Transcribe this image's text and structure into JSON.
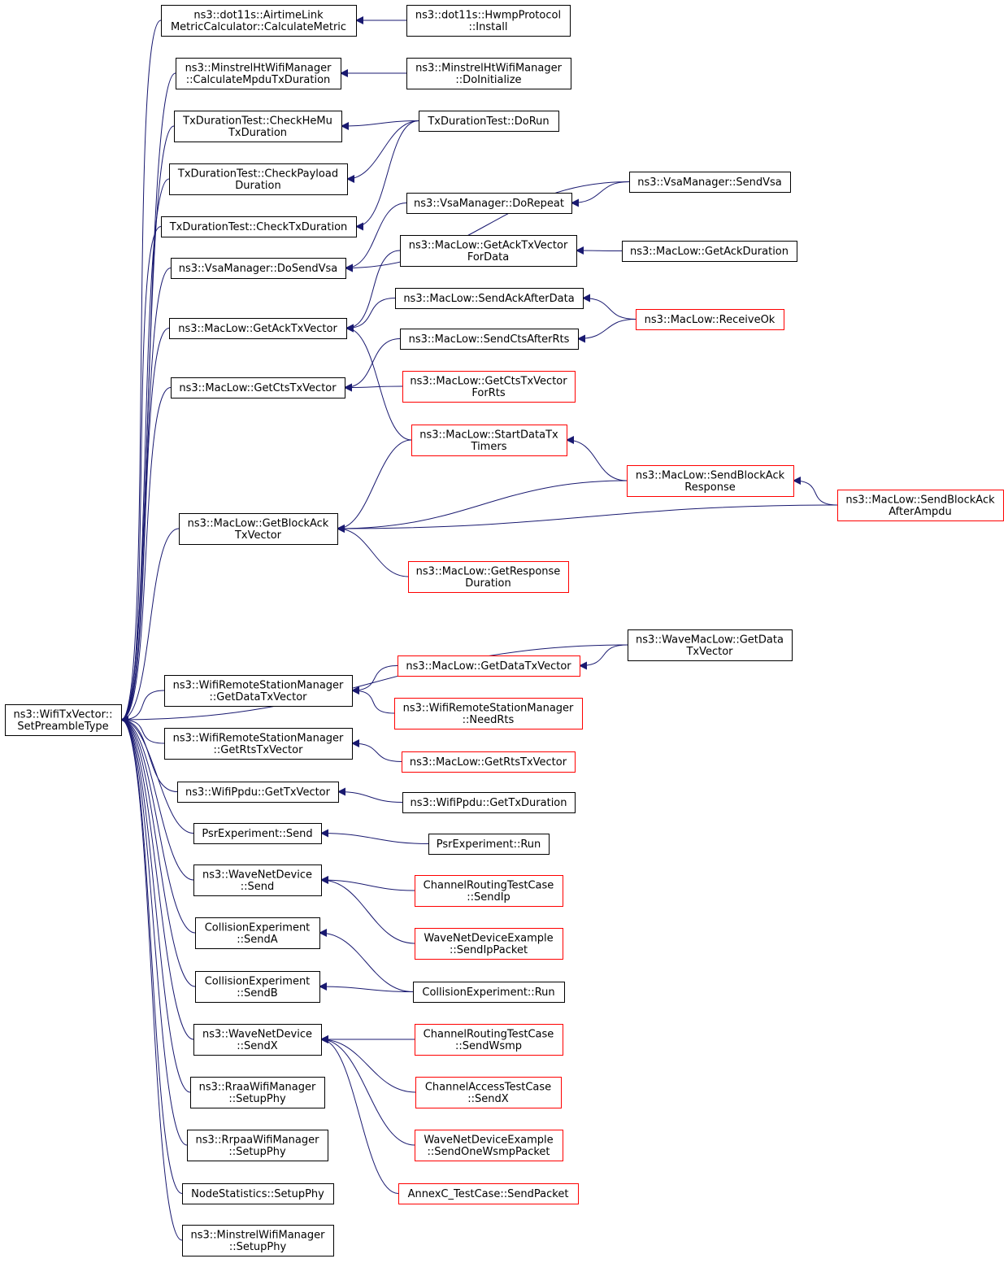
{
  "colors": {
    "edge": "#191970",
    "box_border": "#000000",
    "truncated_border": "#ff0000",
    "root_fill": "#bfbfbf",
    "text": "#000000"
  },
  "nodes": {
    "root": {
      "lines": [
        "ns3::WifiTxVector::",
        "SetPreambleType"
      ],
      "truncated": false,
      "root": true
    },
    "calcMetric": {
      "lines": [
        "ns3::dot11s::AirtimeLink",
        "MetricCalculator::CalculateMetric"
      ],
      "truncated": false
    },
    "hwmpInstall": {
      "lines": [
        "ns3::dot11s::HwmpProtocol",
        "::Install"
      ],
      "truncated": false
    },
    "mhtCalc": {
      "lines": [
        "ns3::MinstrelHtWifiManager",
        "::CalculateMpduTxDuration"
      ],
      "truncated": false
    },
    "mhtInit": {
      "lines": [
        "ns3::MinstrelHtWifiManager",
        "::DoInitialize"
      ],
      "truncated": false
    },
    "checkHeMu": {
      "lines": [
        "TxDurationTest::CheckHeMu",
        "TxDuration"
      ],
      "truncated": false
    },
    "doRun": {
      "lines": [
        "TxDurationTest::DoRun"
      ],
      "truncated": false
    },
    "checkPayload": {
      "lines": [
        "TxDurationTest::CheckPayload",
        "Duration"
      ],
      "truncated": false
    },
    "sendVsa": {
      "lines": [
        "ns3::VsaManager::SendVsa"
      ],
      "truncated": false
    },
    "checkTxDur": {
      "lines": [
        "TxDurationTest::CheckTxDuration"
      ],
      "truncated": false
    },
    "doRepeat": {
      "lines": [
        "ns3::VsaManager::DoRepeat"
      ],
      "truncated": false
    },
    "doSendVsa": {
      "lines": [
        "ns3::VsaManager::DoSendVsa"
      ],
      "truncated": false
    },
    "getAckTxForData": {
      "lines": [
        "ns3::MacLow::GetAckTxVector",
        "ForData"
      ],
      "truncated": false
    },
    "getAckDur": {
      "lines": [
        "ns3::MacLow::GetAckDuration"
      ],
      "truncated": false
    },
    "sendAckAfterData": {
      "lines": [
        "ns3::MacLow::SendAckAfterData"
      ],
      "truncated": false
    },
    "getAckTx": {
      "lines": [
        "ns3::MacLow::GetAckTxVector"
      ],
      "truncated": false
    },
    "receiveOk": {
      "lines": [
        "ns3::MacLow::ReceiveOk"
      ],
      "truncated": true
    },
    "sendCtsAfterRts": {
      "lines": [
        "ns3::MacLow::SendCtsAfterRts"
      ],
      "truncated": false
    },
    "getCtsTx": {
      "lines": [
        "ns3::MacLow::GetCtsTxVector"
      ],
      "truncated": false
    },
    "getCtsTxForRts": {
      "lines": [
        "ns3::MacLow::GetCtsTxVector",
        "ForRts"
      ],
      "truncated": true
    },
    "startDataTx": {
      "lines": [
        "ns3::MacLow::StartDataTx",
        "Timers"
      ],
      "truncated": true
    },
    "sendBlockAckResp": {
      "lines": [
        "ns3::MacLow::SendBlockAck",
        "Response"
      ],
      "truncated": true
    },
    "getBlockAckTx": {
      "lines": [
        "ns3::MacLow::GetBlockAck",
        "TxVector"
      ],
      "truncated": false
    },
    "sendBlockAckAmpdu": {
      "lines": [
        "ns3::MacLow::SendBlockAck",
        "AfterAmpdu"
      ],
      "truncated": true
    },
    "getRespDur": {
      "lines": [
        "ns3::MacLow::GetResponse",
        "Duration"
      ],
      "truncated": true
    },
    "waveGetData": {
      "lines": [
        "ns3::WaveMacLow::GetData",
        "TxVector"
      ],
      "truncated": false
    },
    "rsmGetData": {
      "lines": [
        "ns3::WifiRemoteStationManager",
        "::GetDataTxVector"
      ],
      "truncated": false
    },
    "macGetData": {
      "lines": [
        "ns3::MacLow::GetDataTxVector"
      ],
      "truncated": true
    },
    "needRts": {
      "lines": [
        "ns3::WifiRemoteStationManager",
        "::NeedRts"
      ],
      "truncated": true
    },
    "rsmGetRts": {
      "lines": [
        "ns3::WifiRemoteStationManager",
        "::GetRtsTxVector"
      ],
      "truncated": false
    },
    "macGetRts": {
      "lines": [
        "ns3::MacLow::GetRtsTxVector"
      ],
      "truncated": true
    },
    "ppduGetTx": {
      "lines": [
        "ns3::WifiPpdu::GetTxVector"
      ],
      "truncated": false
    },
    "ppduGetDur": {
      "lines": [
        "ns3::WifiPpdu::GetTxDuration"
      ],
      "truncated": false
    },
    "psrSend": {
      "lines": [
        "PsrExperiment::Send"
      ],
      "truncated": false
    },
    "psrRun": {
      "lines": [
        "PsrExperiment::Run"
      ],
      "truncated": false
    },
    "waveSend": {
      "lines": [
        "ns3::WaveNetDevice",
        "::Send"
      ],
      "truncated": false
    },
    "crtSendIp": {
      "lines": [
        "ChannelRoutingTestCase",
        "::SendIp"
      ],
      "truncated": true
    },
    "wndeSendIp": {
      "lines": [
        "WaveNetDeviceExample",
        "::SendIpPacket"
      ],
      "truncated": true
    },
    "collA": {
      "lines": [
        "CollisionExperiment",
        "::SendA"
      ],
      "truncated": false
    },
    "collB": {
      "lines": [
        "CollisionExperiment",
        "::SendB"
      ],
      "truncated": false
    },
    "collRun": {
      "lines": [
        "CollisionExperiment::Run"
      ],
      "truncated": false
    },
    "waveSendX": {
      "lines": [
        "ns3::WaveNetDevice",
        "::SendX"
      ],
      "truncated": false
    },
    "crtSendWsmp": {
      "lines": [
        "ChannelRoutingTestCase",
        "::SendWsmp"
      ],
      "truncated": true
    },
    "catSendX": {
      "lines": [
        "ChannelAccessTestCase",
        "::SendX"
      ],
      "truncated": true
    },
    "wndeSendWsmp": {
      "lines": [
        "WaveNetDeviceExample",
        "::SendOneWsmpPacket"
      ],
      "truncated": true
    },
    "annexC": {
      "lines": [
        "AnnexC_TestCase::SendPacket"
      ],
      "truncated": true
    },
    "rraa": {
      "lines": [
        "ns3::RraaWifiManager",
        "::SetupPhy"
      ],
      "truncated": false
    },
    "rrpaa": {
      "lines": [
        "ns3::RrpaaWifiManager",
        "::SetupPhy"
      ],
      "truncated": false
    },
    "nodeStats": {
      "lines": [
        "NodeStatistics::SetupPhy"
      ],
      "truncated": false
    },
    "minstrel": {
      "lines": [
        "ns3::MinstrelWifiManager",
        "::SetupPhy"
      ],
      "truncated": false
    }
  },
  "edges": [
    [
      "calcMetric",
      "root"
    ],
    [
      "mhtCalc",
      "root"
    ],
    [
      "checkHeMu",
      "root"
    ],
    [
      "checkPayload",
      "root"
    ],
    [
      "checkTxDur",
      "root"
    ],
    [
      "doSendVsa",
      "root"
    ],
    [
      "getAckTx",
      "root"
    ],
    [
      "getCtsTx",
      "root"
    ],
    [
      "getBlockAckTx",
      "root"
    ],
    [
      "waveGetData",
      "root"
    ],
    [
      "rsmGetData",
      "root"
    ],
    [
      "rsmGetRts",
      "root"
    ],
    [
      "ppduGetTx",
      "root"
    ],
    [
      "psrSend",
      "root"
    ],
    [
      "waveSend",
      "root"
    ],
    [
      "collA",
      "root"
    ],
    [
      "collB",
      "root"
    ],
    [
      "waveSendX",
      "root"
    ],
    [
      "rraa",
      "root"
    ],
    [
      "rrpaa",
      "root"
    ],
    [
      "nodeStats",
      "root"
    ],
    [
      "minstrel",
      "root"
    ],
    [
      "hwmpInstall",
      "calcMetric"
    ],
    [
      "mhtInit",
      "mhtCalc"
    ],
    [
      "doRun",
      "checkHeMu"
    ],
    [
      "doRun",
      "checkPayload"
    ],
    [
      "doRun",
      "checkTxDur"
    ],
    [
      "sendVsa",
      "doRepeat"
    ],
    [
      "sendVsa",
      "doSendVsa"
    ],
    [
      "doRepeat",
      "doSendVsa"
    ],
    [
      "getAckDur",
      "getAckTxForData"
    ],
    [
      "getAckTxForData",
      "getAckTx"
    ],
    [
      "sendAckAfterData",
      "getAckTx"
    ],
    [
      "startDataTx",
      "getAckTx"
    ],
    [
      "receiveOk",
      "sendAckAfterData"
    ],
    [
      "receiveOk",
      "sendCtsAfterRts"
    ],
    [
      "sendCtsAfterRts",
      "getCtsTx"
    ],
    [
      "getCtsTxForRts",
      "getCtsTx"
    ],
    [
      "startDataTx",
      "getBlockAckTx"
    ],
    [
      "sendBlockAckResp",
      "getBlockAckTx"
    ],
    [
      "sendBlockAckAmpdu",
      "getBlockAckTx"
    ],
    [
      "getRespDur",
      "getBlockAckTx"
    ],
    [
      "sendBlockAckResp",
      "startDataTx"
    ],
    [
      "sendBlockAckAmpdu",
      "sendBlockAckResp"
    ],
    [
      "macGetData",
      "rsmGetData"
    ],
    [
      "needRts",
      "rsmGetData"
    ],
    [
      "waveGetData",
      "macGetData"
    ],
    [
      "macGetRts",
      "rsmGetRts"
    ],
    [
      "ppduGetDur",
      "ppduGetTx"
    ],
    [
      "psrRun",
      "psrSend"
    ],
    [
      "crtSendIp",
      "waveSend"
    ],
    [
      "wndeSendIp",
      "waveSend"
    ],
    [
      "collRun",
      "collA"
    ],
    [
      "collRun",
      "collB"
    ],
    [
      "crtSendWsmp",
      "waveSendX"
    ],
    [
      "catSendX",
      "waveSendX"
    ],
    [
      "wndeSendWsmp",
      "waveSendX"
    ],
    [
      "annexC",
      "waveSendX"
    ]
  ]
}
